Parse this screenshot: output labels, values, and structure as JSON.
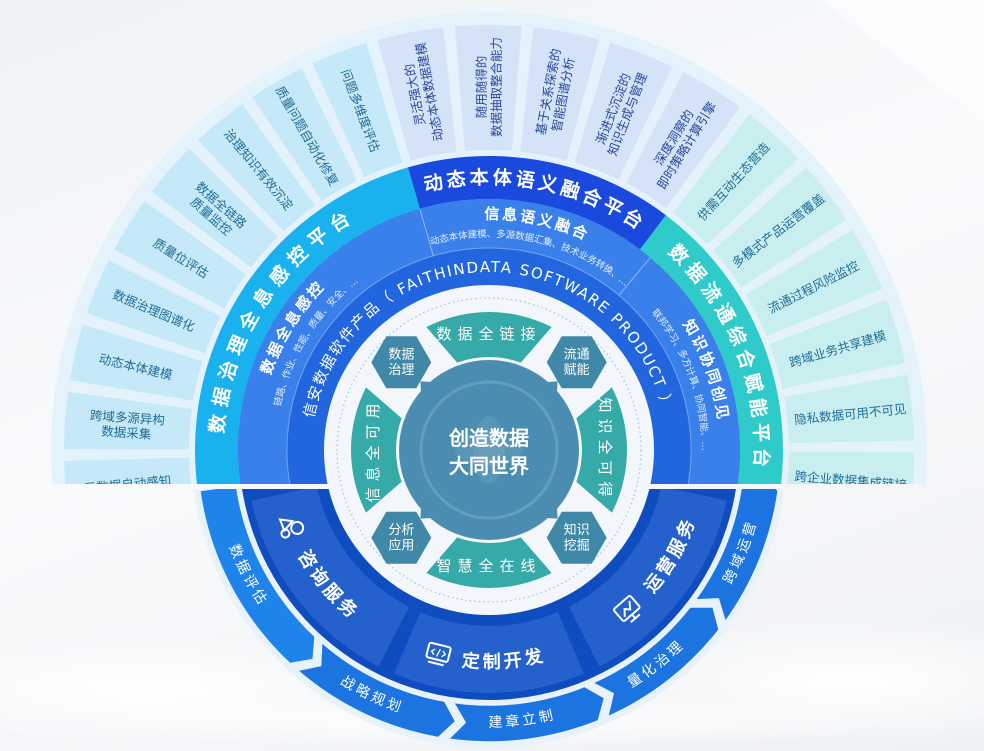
{
  "center": {
    "line1": "创造数据",
    "line2": "大同世界"
  },
  "core_segments": [
    {
      "label": "数据全链接"
    },
    {
      "label": "知识全可得"
    },
    {
      "label": "智慧全在线"
    },
    {
      "label": "信息全可用"
    }
  ],
  "core_hexagons": [
    {
      "lines": [
        "流通",
        "赋能"
      ]
    },
    {
      "lines": [
        "数据",
        "治理"
      ]
    },
    {
      "lines": [
        "分析",
        "应用"
      ]
    },
    {
      "lines": [
        "知识",
        "挖掘"
      ]
    }
  ],
  "product_ring": {
    "label": "信安数据软件产品（ FAITHINDATA SOFTWARE PRODUCT ）"
  },
  "capabilities": [
    {
      "title": "数据全息感控",
      "detail": "链路、作业、性能、质量、安全、…"
    },
    {
      "title": "信息语义融合",
      "detail": "动态本体建模、多源数据汇集、技术业务转换、…"
    },
    {
      "title": "知识协同创见",
      "detail": "联邦学习、多方计算、协同智能、…"
    }
  ],
  "platforms": [
    {
      "label": "数据治理全息感控平台"
    },
    {
      "label": "动态本体语义融合平台"
    },
    {
      "label": "数据流通综合赋能平台"
    }
  ],
  "outer_tiles": {
    "governance": [
      {
        "lines": [
          "元数据自动感知"
        ]
      },
      {
        "lines": [
          "跨域多源异构",
          "数据采集"
        ]
      },
      {
        "lines": [
          "动态本体建模"
        ]
      },
      {
        "lines": [
          "数据治理图谱化"
        ]
      },
      {
        "lines": [
          "质量位评估"
        ]
      },
      {
        "lines": [
          "数据全链路",
          "质量监控"
        ]
      },
      {
        "lines": [
          "治理知识有效沉淀"
        ]
      },
      {
        "lines": [
          "质量问题自动化修复"
        ]
      },
      {
        "lines": [
          "问题多维度评估"
        ]
      }
    ],
    "semantic": [
      {
        "lines": [
          "灵活强大的",
          "动态本体数据建模"
        ]
      },
      {
        "lines": [
          "随用随得的",
          "数据抽取整合能力"
        ]
      },
      {
        "lines": [
          "基于关系探索的",
          "智能图谱分析"
        ]
      },
      {
        "lines": [
          "渐进式沉淀的",
          "知识生成与管理"
        ]
      },
      {
        "lines": [
          "深度洞察的",
          "即时策略计算引擎"
        ]
      }
    ],
    "circulation": [
      {
        "lines": [
          "供需互动生态营造"
        ]
      },
      {
        "lines": [
          "多模式产品运营覆盖"
        ]
      },
      {
        "lines": [
          "流通过程风险监控"
        ]
      },
      {
        "lines": [
          "跨域业务共享建模"
        ]
      },
      {
        "lines": [
          "隐私数据可用不可见"
        ]
      },
      {
        "lines": [
          "跨企业数据集成链接"
        ]
      }
    ]
  },
  "services": [
    {
      "label": "咨询服务",
      "icon": "consulting-icon"
    },
    {
      "label": "定制开发",
      "icon": "code-monitor-icon"
    },
    {
      "label": "运营服务",
      "icon": "chart-monitor-icon"
    }
  ],
  "service_steps": [
    {
      "label": "数据评估"
    },
    {
      "label": "战略规划"
    },
    {
      "label": "建章立制"
    },
    {
      "label": "量化治理"
    },
    {
      "label": "跨域运营"
    }
  ],
  "colors": {
    "governance_platform": "#19b2ef",
    "semantic_platform": "#1949dd",
    "circulation_platform": "#2fcbcb",
    "governance_tile": "#c5e9f8",
    "semantic_tile": "#d5e3f8",
    "circulation_tile": "#c9eef0",
    "core_teal": "#36a9a9",
    "core_hex": "#3f88a8",
    "center": "#4a8db0",
    "product_ring": "#2166df",
    "capability_band": "#3a80ea",
    "service_band": "#0f4cc0",
    "service_panel": "#2461cc",
    "step_band": "#1b74e0"
  }
}
